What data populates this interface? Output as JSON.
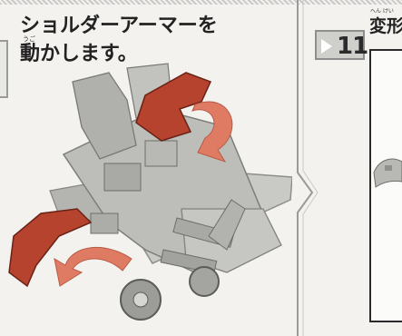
{
  "step": {
    "instruction_lines": [
      "ショルダーアーマーを",
      "動かします。"
    ],
    "ruby": "うご"
  },
  "next_step": {
    "number": "11",
    "title": "変形",
    "title_ruby": "へん けい"
  },
  "colors": {
    "arrow": "#e07b63",
    "armor": "#b5432e",
    "robot": "#bcbcb8",
    "frame": "#2a2a2a"
  },
  "icons": [
    "play-arrow-icon",
    "rotate-arrow-icon"
  ]
}
